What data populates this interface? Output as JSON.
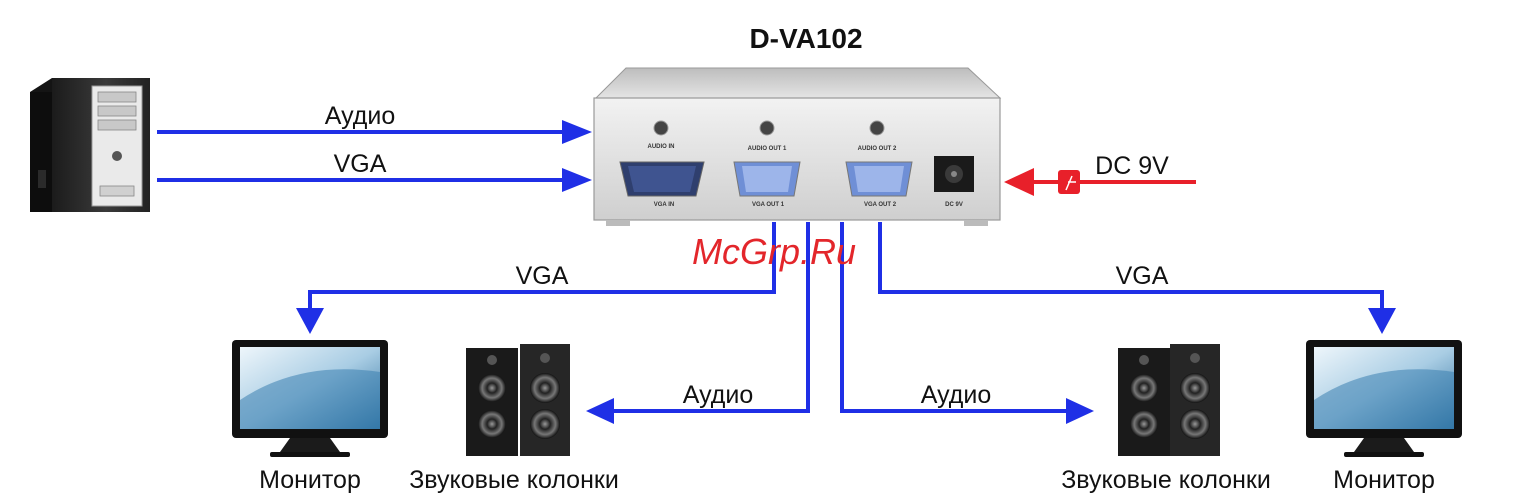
{
  "device": {
    "title": "D-VA102",
    "ports": {
      "audio_in": "AUDIO IN",
      "audio_out1": "AUDIO OUT 1",
      "audio_out2": "AUDIO OUT 2",
      "vga_in": "VGA IN",
      "vga_out1": "VGA OUT 1",
      "vga_out2": "VGA OUT 2",
      "dc": "DC 9V"
    }
  },
  "inputs": {
    "audio_label": "Аудио",
    "vga_label": "VGA",
    "power_label": "DC 9V"
  },
  "outputs": {
    "vga_left_label": "VGA",
    "vga_right_label": "VGA",
    "audio_left_label": "Аудио",
    "audio_right_label": "Аудио"
  },
  "devices": {
    "monitor_left": "Монитор",
    "speakers_left": "Звуковые колонки",
    "speakers_right": "Звуковые колонки",
    "monitor_right": "Монитор"
  },
  "watermark": "McGrp.Ru",
  "colors": {
    "signal": "#1f2fe6",
    "power": "#e8202a",
    "watermark": "#e3262b"
  }
}
